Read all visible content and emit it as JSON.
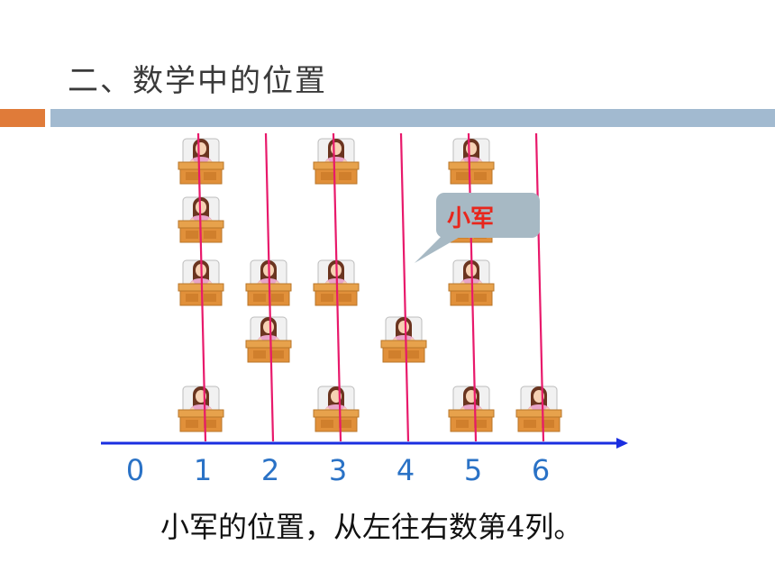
{
  "slide": {
    "title": "二、数学中的位置",
    "caption": "小军的位置，从左往右数第4列。"
  },
  "callout": {
    "label": "小军",
    "points_to_column": 4
  },
  "axis": {
    "tick_labels": [
      "0",
      "1",
      "2",
      "3",
      "4",
      "5",
      "6"
    ],
    "arrow": "right"
  },
  "desks": [
    {
      "column": 1,
      "row": 1
    },
    {
      "column": 3,
      "row": 1
    },
    {
      "column": 5,
      "row": 1
    },
    {
      "column": 1,
      "row": 2
    },
    {
      "column": 5,
      "row": 2
    },
    {
      "column": 1,
      "row": 3
    },
    {
      "column": 2,
      "row": 3
    },
    {
      "column": 3,
      "row": 3
    },
    {
      "column": 5,
      "row": 3
    },
    {
      "column": 2,
      "row": 4
    },
    {
      "column": 4,
      "row": 4
    },
    {
      "column": 1,
      "row": 5
    },
    {
      "column": 3,
      "row": 5
    },
    {
      "column": 5,
      "row": 5
    },
    {
      "column": 6,
      "row": 5
    }
  ],
  "icons": {
    "desk": "student-at-desk-icon",
    "callout": "speech-bubble-icon"
  },
  "colors": {
    "accent_orange": "#e07b39",
    "accent_blue": "#a2bad0",
    "column_line": "#e8196b",
    "axis": "#1a2ee0",
    "tick_label": "#2a72c6",
    "callout_bg": "#a7b9c4",
    "callout_text": "#e8261c"
  }
}
